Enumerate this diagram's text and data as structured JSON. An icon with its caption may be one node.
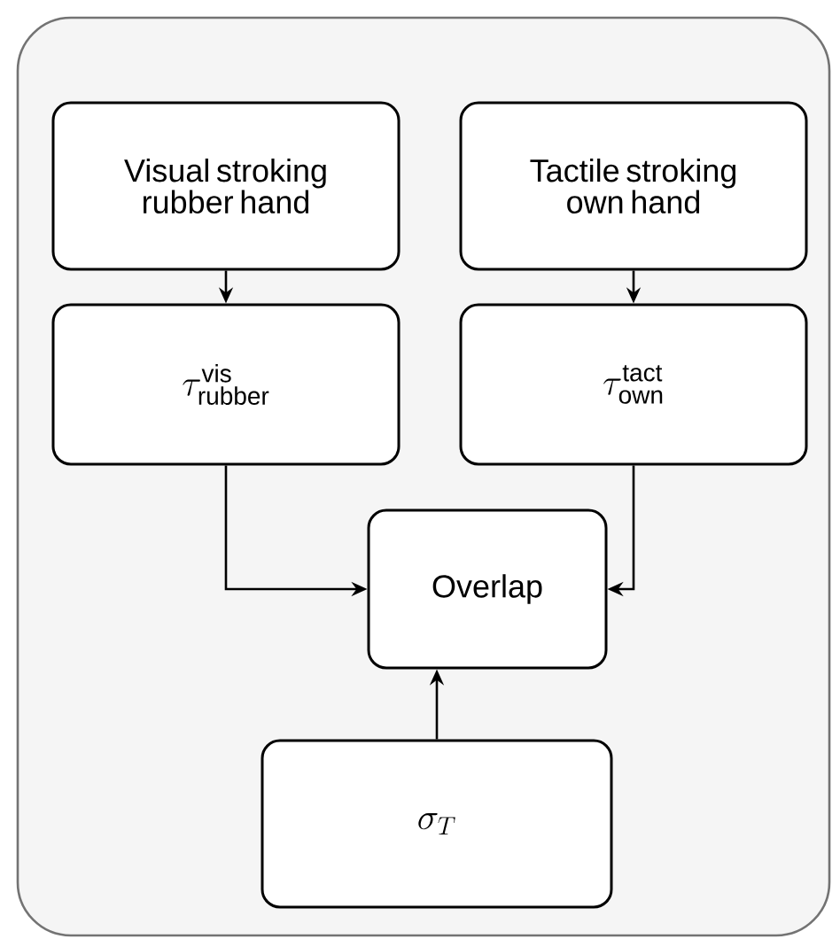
{
  "diagram": {
    "nodes": [
      {
        "text": [],
        "shape": "box"
      },
      {
        "text": [
          "Visual stroking rubber hand"
        ],
        "in": 0
      },
      {
        "text": [
          "Tactile stroking own hand"
        ],
        "in": 0
      },
      {
        "text": [
          "\\tau^{\\mathrm{vis}}_{\\mathrm{rubber}}"
        ],
        "in": 0
      },
      {
        "text": [
          "\\tau^{\\mathrm{tact}}_{\\mathrm{own}}"
        ],
        "in": 0
      },
      {
        "text": [
          "Overlap"
        ],
        "in": 0
      },
      {
        "text": [
          "\\sigma_T"
        ],
        "in": 0
      }
    ],
    "edges": [
      {
        "from": 1,
        "to": 3,
        "arrow": "to"
      },
      {
        "from": 2,
        "to": 4,
        "arrow": "to"
      },
      {
        "from": 3,
        "to": 5,
        "arrow": "to"
      },
      {
        "from": 4,
        "to": 5,
        "arrow": "to"
      },
      {
        "from": 6,
        "to": 5,
        "arrow": "to"
      }
    ]
  }
}
